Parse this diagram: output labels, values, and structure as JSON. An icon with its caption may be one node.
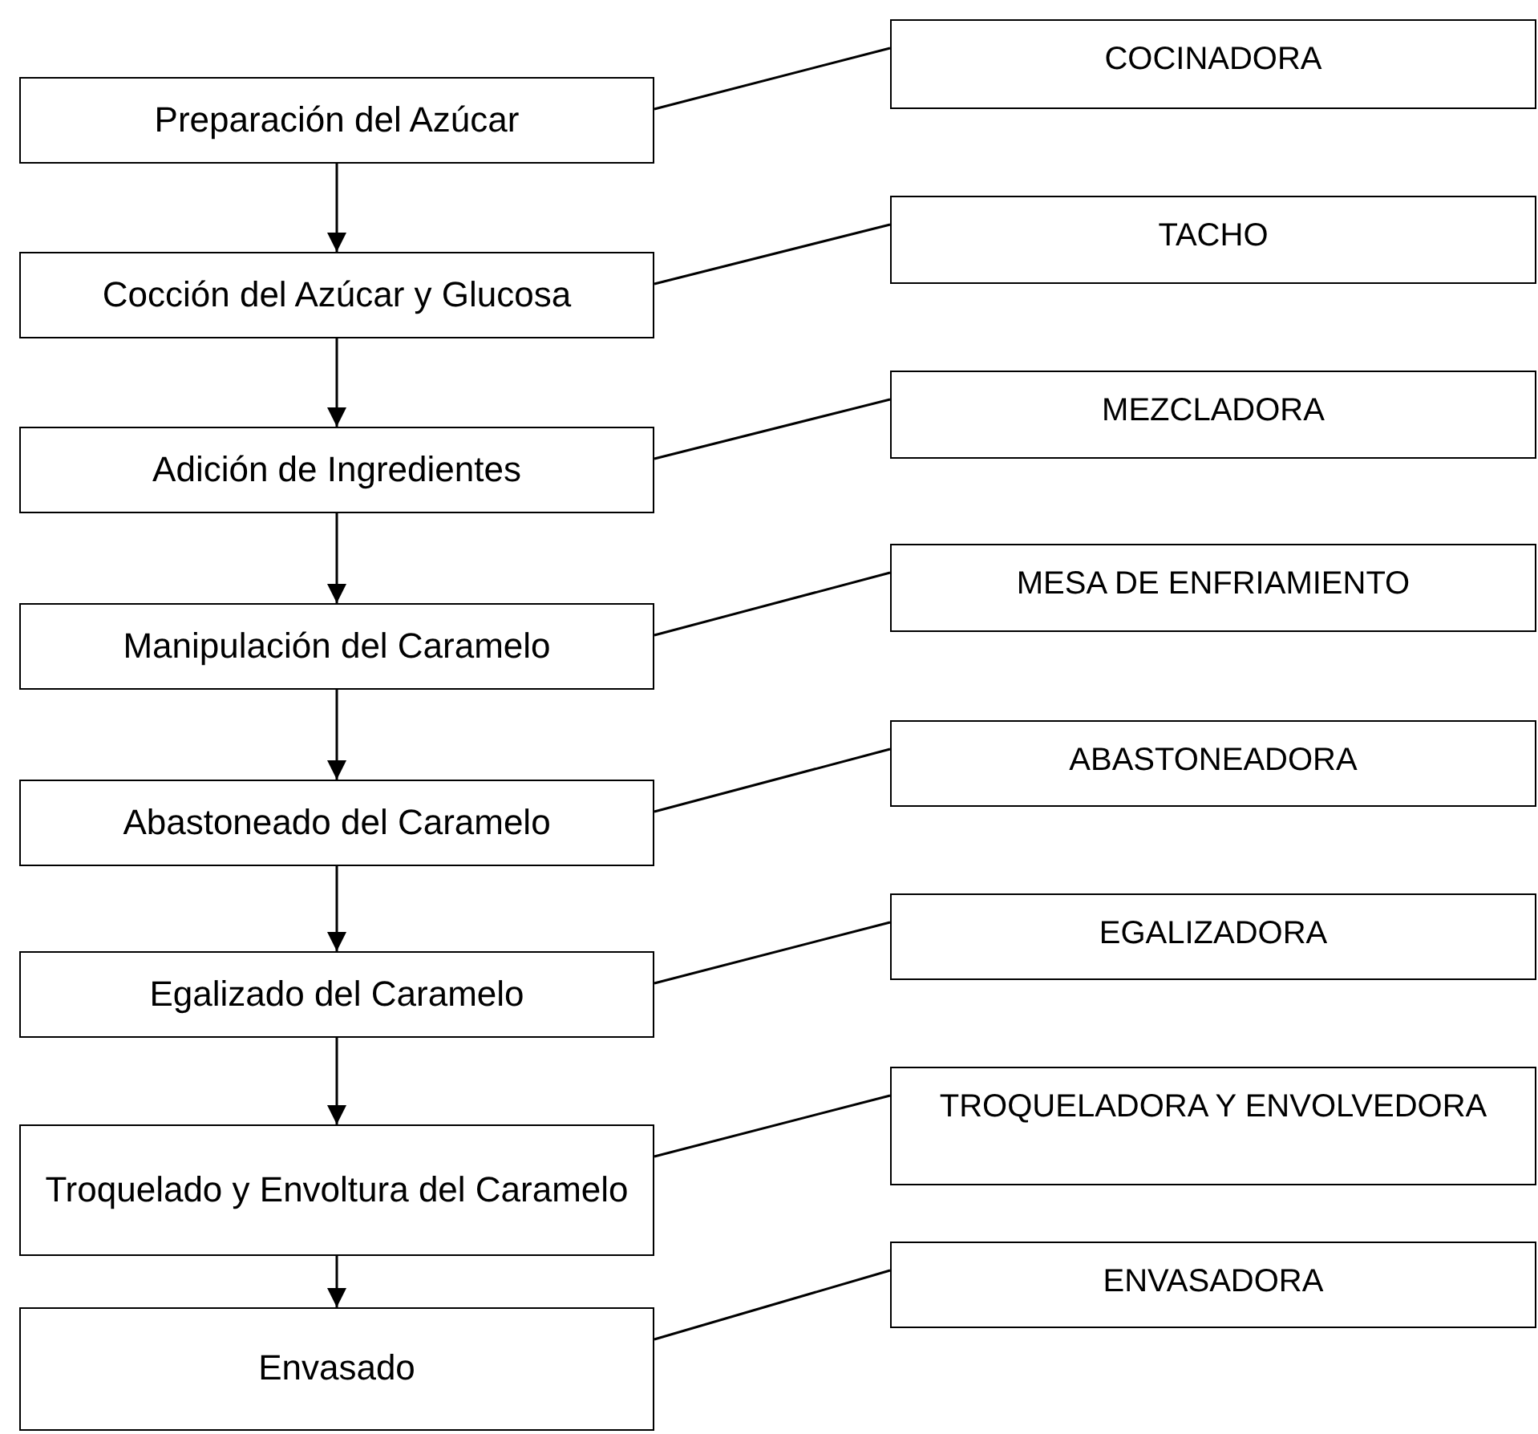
{
  "diagram": {
    "nodes": [
      {
        "text": [
          "Preparación del Azúcar"
        ]
      },
      {
        "text": [
          "COCINADORA"
        ]
      },
      {
        "text": [
          "Cocción del Azúcar y Glucosa"
        ]
      },
      {
        "text": [
          "TACHO"
        ]
      },
      {
        "text": [
          "Adición de Ingredientes"
        ]
      },
      {
        "text": [
          "MEZCLADORA"
        ]
      },
      {
        "text": [
          "Manipulación del Caramelo"
        ]
      },
      {
        "text": [
          "MESA DE ENFRIAMIENTO"
        ]
      },
      {
        "text": [
          "Abastoneado del Caramelo"
        ]
      },
      {
        "text": [
          "ABASTONEADORA"
        ]
      },
      {
        "text": [
          "Egalizado del Caramelo"
        ]
      },
      {
        "text": [
          "EGALIZADORA"
        ]
      },
      {
        "text": [
          "Troquelado y Envoltura del Caramelo"
        ]
      },
      {
        "text": [
          "TROQUELADORA Y ENVOLVEDORA"
        ]
      },
      {
        "text": [
          "Envasado"
        ]
      },
      {
        "text": [
          "ENVASADORA"
        ]
      }
    ],
    "edges": [
      {
        "from": 0,
        "to": 1,
        "arrow": "none"
      },
      {
        "from": 0,
        "to": 2,
        "arrow": "to"
      },
      {
        "from": 2,
        "to": 3,
        "arrow": "none"
      },
      {
        "from": 2,
        "to": 4,
        "arrow": "to"
      },
      {
        "from": 4,
        "to": 5,
        "arrow": "none"
      },
      {
        "from": 4,
        "to": 6,
        "arrow": "to"
      },
      {
        "from": 6,
        "to": 7,
        "arrow": "none"
      },
      {
        "from": 6,
        "to": 8,
        "arrow": "to"
      },
      {
        "from": 8,
        "to": 9,
        "arrow": "none"
      },
      {
        "from": 8,
        "to": 10,
        "arrow": "to"
      },
      {
        "from": 10,
        "to": 11,
        "arrow": "none"
      },
      {
        "from": 10,
        "to": 12,
        "arrow": "to"
      },
      {
        "from": 12,
        "to": 13,
        "arrow": "none"
      },
      {
        "from": 12,
        "to": 14,
        "arrow": "to"
      },
      {
        "from": 14,
        "to": 15,
        "arrow": "none"
      }
    ]
  }
}
